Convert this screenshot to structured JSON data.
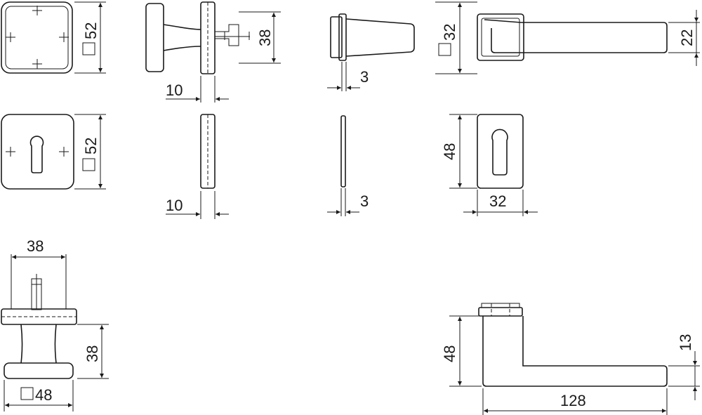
{
  "drawing": {
    "dims": {
      "rose_square": "52",
      "knob_projection": "38",
      "rose_thickness_1": "10",
      "cone_thickness": "3",
      "lever_rose_square": "32",
      "lever_width": "22",
      "escutcheon_square": "52",
      "escutcheon_thickness": "10",
      "plate_thickness": "3",
      "small_escutcheon_height": "48",
      "small_escutcheon_width": "32",
      "knob_width": "38",
      "knob_height": "38",
      "knob_base_square": "48",
      "lever_height": "48",
      "lever_grip": "13",
      "lever_length": "128"
    }
  }
}
